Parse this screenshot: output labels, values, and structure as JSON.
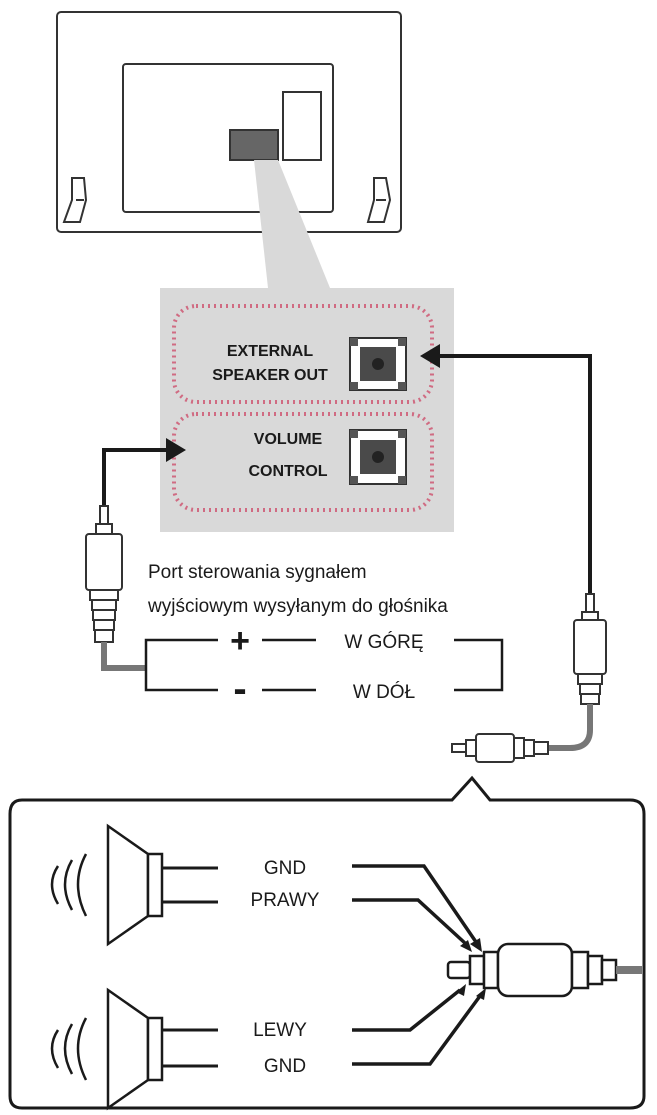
{
  "ports": {
    "external": {
      "line1": "EXTERNAL",
      "line2": "SPEAKER OUT"
    },
    "volume": {
      "line1": "VOLUME",
      "line2": "CONTROL"
    }
  },
  "caption": {
    "line1": "Port sterowania sygnałem",
    "line2": "wyjściowym wysyłanym do głośnika"
  },
  "controls": {
    "plus": "+",
    "minus": "-",
    "up": "W GÓRĘ",
    "down": "W DÓŁ"
  },
  "wiring": {
    "gnd_top": "GND",
    "right": "PRAWY",
    "left": "LEWY",
    "gnd_bottom": "GND"
  },
  "colors": {
    "panel": "#d9d9d9",
    "dotted": "#d06b82",
    "port": "#4a4a4a",
    "line": "#1a1a1a"
  }
}
